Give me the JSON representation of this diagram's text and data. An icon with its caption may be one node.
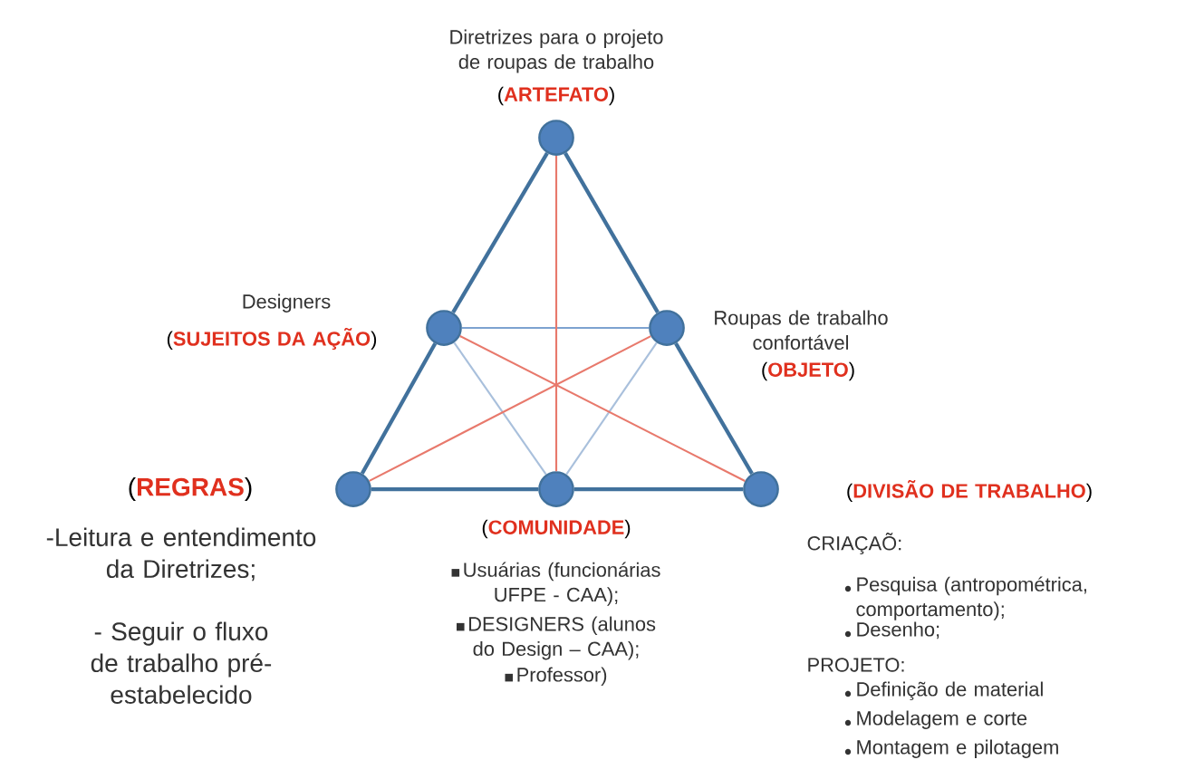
{
  "diagram": {
    "nodes": [
      {
        "text": [],
        "shape": "circle",
        "beside": [
          "Diretrizes para o projeto de roupas de trabalho",
          "(**ARTEFATO**)"
        ]
      },
      {
        "text": [],
        "shape": "circle",
        "beside": [
          "Designers",
          "(**SUJEITOS DA AÇÃO**)"
        ]
      },
      {
        "text": [],
        "shape": "circle",
        "beside": [
          "Roupas de trabalho confortável",
          "(**OBJETO**)"
        ]
      },
      {
        "text": [],
        "shape": "circle",
        "beside": [
          "(**REGRAS**)",
          "-Leitura e entendimento da Diretrizes;",
          "- Seguir o fluxo de trabalho pré-estabelecido"
        ]
      },
      {
        "text": [],
        "shape": "circle",
        "beside": [
          "(**COMUNIDADE**)",
          "Usuárias (funcionárias UFPE - CAA);",
          "DESIGNERS (alunos do Design – CAA);",
          "Professor)"
        ]
      },
      {
        "text": [],
        "shape": "circle",
        "beside": [
          "(**DIVISÃO DE TRABALHO**)",
          "CRIAÇAÕ:",
          "Pesquisa (antropométrica, comportamento);",
          "Desenho;",
          "PROJETO:",
          "Definição de material",
          "Modelagem e corte",
          "Montagem e pilotagem"
        ]
      }
    ],
    "edges": [
      {
        "from": 0,
        "to": 1,
        "arrow": "none"
      },
      {
        "from": 1,
        "to": 3,
        "arrow": "none"
      },
      {
        "from": 0,
        "to": 2,
        "arrow": "none"
      },
      {
        "from": 2,
        "to": 5,
        "arrow": "none"
      },
      {
        "from": 3,
        "to": 4,
        "arrow": "none"
      },
      {
        "from": 4,
        "to": 5,
        "arrow": "none"
      },
      {
        "from": 1,
        "to": 2,
        "arrow": "none",
        "color": "#7da2d0"
      },
      {
        "from": 1,
        "to": 4,
        "arrow": "none",
        "color": "#a9c0dc"
      },
      {
        "from": 2,
        "to": 4,
        "arrow": "none",
        "color": "#a9c0dc"
      },
      {
        "from": 0,
        "to": 4,
        "arrow": "none",
        "color": "#e8796c"
      },
      {
        "from": 1,
        "to": 5,
        "arrow": "none",
        "color": "#e8796c"
      },
      {
        "from": 2,
        "to": 3,
        "arrow": "none",
        "color": "#e8796c"
      }
    ]
  }
}
